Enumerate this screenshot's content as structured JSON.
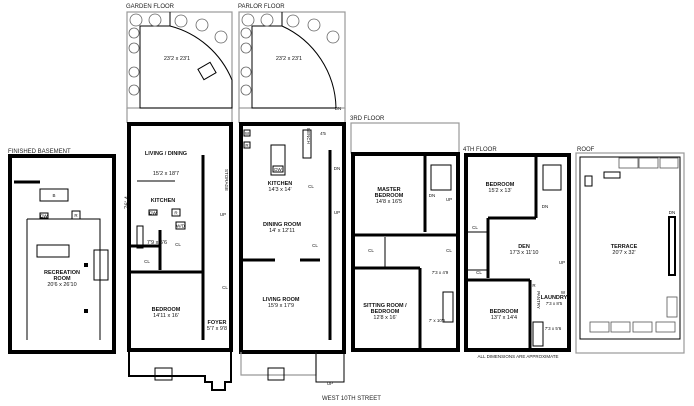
{
  "floors": {
    "basement": {
      "title": "FINISHED BASEMENT",
      "rooms": [
        {
          "name": "RECREATION",
          "name2": "ROOM",
          "dim": "20'6 x 26'10"
        }
      ],
      "fixtures": {
        "b": "B",
        "dw": "DW",
        "r": "R"
      }
    },
    "garden": {
      "title": "GARDEN FLOOR",
      "garden_dim": "23'2 x 23'1",
      "depth": "76' 4",
      "rooms": [
        {
          "name": "LIVING / DINING",
          "dim": "15'2 x 18'7"
        },
        {
          "name": "KITCHEN"
        },
        {
          "name": "STORAGE"
        },
        {
          "dim": "7'9 x 5'6"
        },
        {
          "name": "BEDROOM",
          "dim": "14'11 x 16'"
        },
        {
          "name": "FOYER",
          "dim": "5'7 x 9'8"
        }
      ],
      "fixtures": {
        "dw": "DW",
        "r": "R",
        "wd": "W/D",
        "cl": "CL",
        "up": "UP"
      }
    },
    "parlor": {
      "title": "PARLOR FLOOR",
      "garden_dim": "23'2 x 23'1",
      "rooms": [
        {
          "name": "KITCHEN",
          "dim": "14'3 x 14'"
        },
        {
          "name": "DINING ROOM",
          "dim": "14' x 12'11"
        },
        {
          "name": "LIVING ROOM",
          "dim": "15'9 x 17'9"
        },
        {
          "name": "BENCH"
        },
        {
          "dim": "4'5"
        }
      ],
      "fixtures": {
        "w": "W",
        "r": "R",
        "dw": "DW",
        "cl": "CL",
        "dn": "DN",
        "up": "UP"
      }
    },
    "third": {
      "title": "3RD FLOOR",
      "rooms": [
        {
          "name": "MASTER",
          "name2": "BEDROOM",
          "dim": "14'8 x 16'5"
        },
        {
          "name": "SITTING ROOM /",
          "name2": "BEDROOM",
          "dim": "12'8 x 16'"
        },
        {
          "dim": "7'3 x 4'9"
        },
        {
          "dim": "7' x 10'6"
        }
      ],
      "fixtures": {
        "cl": "CL",
        "dn": "DN",
        "up": "UP"
      }
    },
    "fourth": {
      "title": "4TH FLOOR",
      "rooms": [
        {
          "name": "BEDROOM",
          "dim": "15'2 x 13'"
        },
        {
          "name": "DEN",
          "dim": "17'3 x 11'10"
        },
        {
          "name": "BEDROOM",
          "dim": "13'7 x 14'4"
        },
        {
          "name": "LAUNDRY",
          "dim": "7'3 x 8'5"
        },
        {
          "name": "PANTRY"
        },
        {
          "dim": "7'3 x 5'6"
        }
      ],
      "fixtures": {
        "cl": "CL",
        "dn": "DN",
        "up": "UP",
        "r": "R",
        "w": "W"
      }
    },
    "roof": {
      "title": "ROOF",
      "rooms": [
        {
          "name": "TERRACE",
          "dim": "20'7 x 32'"
        }
      ],
      "fixtures": {
        "dn": "DN"
      }
    }
  },
  "notes": {
    "approx": "ALL DIMENSIONS ARE APPROXIMATE",
    "street": "WEST 10TH STREET"
  }
}
